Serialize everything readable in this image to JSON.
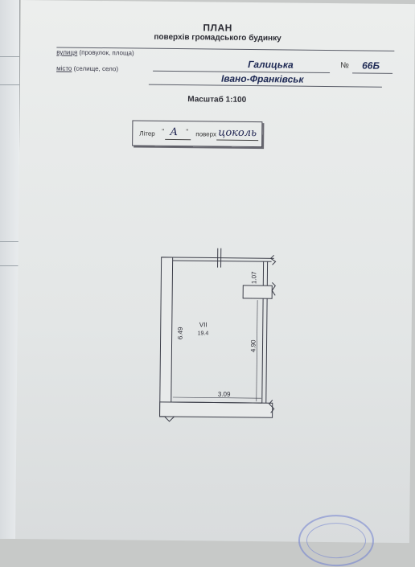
{
  "header": {
    "title": "ПЛАН",
    "subtitle": "поверхів громадського будинку"
  },
  "address": {
    "street_label_underlined": "вулиця",
    "street_label_rest": " (провулок, площа)",
    "street_value": "Галицька",
    "number_label": "№",
    "number_value": "66Б",
    "city_label_underlined": "місто",
    "city_label_rest": " (селище, село)",
    "city_value": "Івано-Франківськ"
  },
  "scale": "Масштаб 1:100",
  "litera_box": {
    "liter_label": "Літер",
    "open_quote": "\"",
    "liter_value": "А",
    "close_quote": "\"",
    "floor_label": "поверх",
    "floor_value": "цоколь"
  },
  "floor_plan": {
    "room_number": "VII",
    "room_area": "19.4",
    "dim_left": "6.49",
    "dim_top_right": "1.07",
    "dim_right": "4.90",
    "dim_bottom": "3.09"
  },
  "stamp": {
    "color": "#6f7fd0"
  }
}
